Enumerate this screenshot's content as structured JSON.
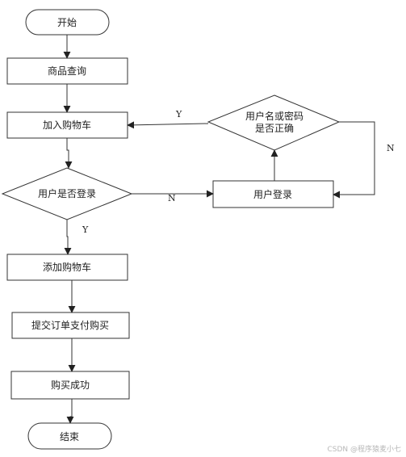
{
  "nodes": {
    "start": "开始",
    "query": "商品查询",
    "add_cart": "加入购物车",
    "is_logged_in": "用户是否登录",
    "user_login": "用户登录",
    "check_line1": "用户名或密码",
    "check_line2": "是否正确",
    "add_to_cart": "添加购物车",
    "submit_order": "提交订单支付购买",
    "success": "购买成功",
    "end": "结束"
  },
  "edge_labels": {
    "logged_in_yes": "Y",
    "logged_in_no": "N",
    "credentials_yes": "Y",
    "credentials_no": "N"
  },
  "watermark": "CSDN @程序猿麦小七"
}
